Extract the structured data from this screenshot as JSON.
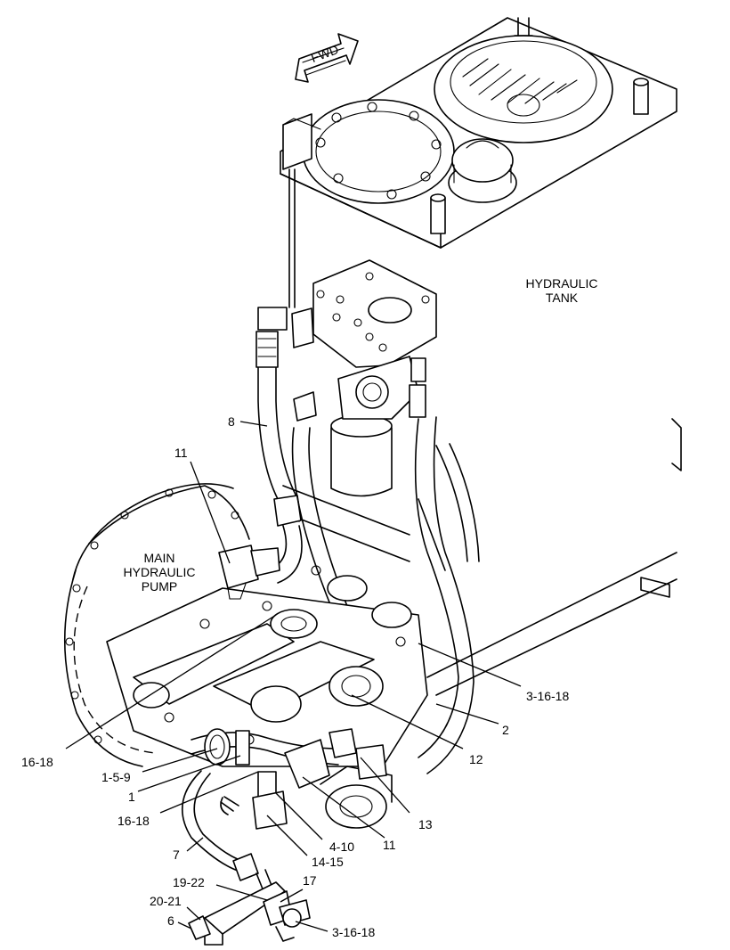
{
  "direction_arrow": {
    "label": "FWD"
  },
  "components": {
    "tank": {
      "line1": "HYDRAULIC",
      "line2": "TANK"
    },
    "pump": {
      "line1": "MAIN",
      "line2": "HYDRAULIC",
      "line3": "PUMP"
    }
  },
  "callouts": [
    {
      "id": "c8",
      "text": "8"
    },
    {
      "id": "c11_top",
      "text": "11"
    },
    {
      "id": "c3_16_18_right",
      "text": "3-16-18"
    },
    {
      "id": "c2",
      "text": "2"
    },
    {
      "id": "c12",
      "text": "12"
    },
    {
      "id": "c13",
      "text": "13"
    },
    {
      "id": "c16_18_left",
      "text": "16-18"
    },
    {
      "id": "c1_5_9",
      "text": "1-5-9"
    },
    {
      "id": "c1",
      "text": "1"
    },
    {
      "id": "c16_18_mid",
      "text": "16-18"
    },
    {
      "id": "c7",
      "text": "7"
    },
    {
      "id": "c4_10",
      "text": "4-10"
    },
    {
      "id": "c11_bottom",
      "text": "11"
    },
    {
      "id": "c14_15",
      "text": "14-15"
    },
    {
      "id": "c17",
      "text": "17"
    },
    {
      "id": "c19_22",
      "text": "19-22"
    },
    {
      "id": "c20_21",
      "text": "20-21"
    },
    {
      "id": "c6",
      "text": "6"
    },
    {
      "id": "c3_16_18_bottom",
      "text": "3-16-18"
    }
  ]
}
